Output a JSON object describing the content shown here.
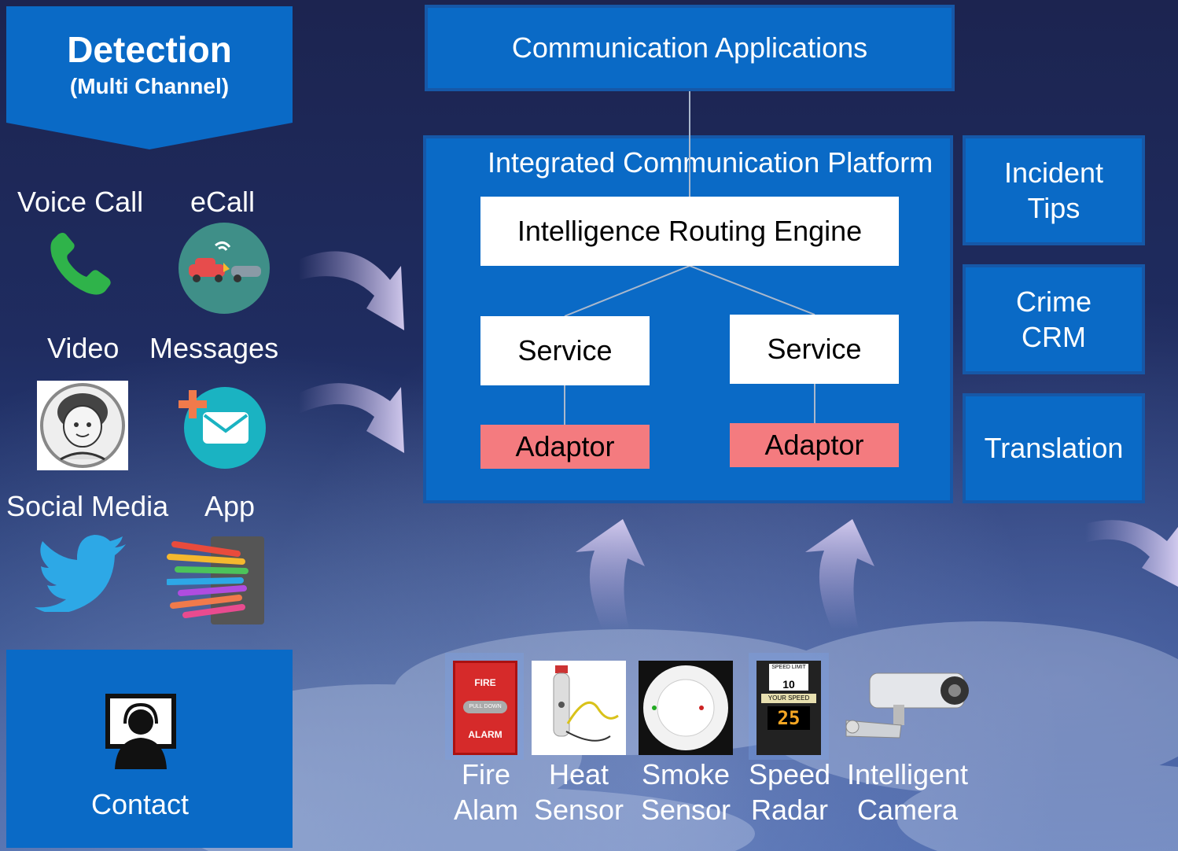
{
  "detection": {
    "title": "Detection",
    "subtitle": "(Multi Channel)"
  },
  "channels": {
    "voice_call": "Voice Call",
    "ecall": "eCall",
    "video": "Video",
    "messages": "Messages",
    "social_media": "Social Media",
    "app": "App"
  },
  "contact": {
    "label": "Contact"
  },
  "comm_apps": {
    "label": "Communication Applications"
  },
  "platform": {
    "title": "Integrated Communication Platform",
    "engine": "Intelligence Routing Engine",
    "service_left": "Service",
    "service_right": "Service",
    "adaptor_left": "Adaptor",
    "adaptor_right": "Adaptor"
  },
  "side_boxes": {
    "incident_line1": "Incident",
    "incident_line2": "Tips",
    "crime_line1": "Crime",
    "crime_line2": "CRM",
    "translation": "Translation"
  },
  "devices": {
    "fire_line1": "Fire",
    "fire_line2": "Alam",
    "heat_line1": "Heat",
    "heat_line2": "Sensor",
    "smoke_line1": "Smoke",
    "smoke_line2": "Sensor",
    "speed_line1": "Speed",
    "speed_line2": "Radar",
    "camera_line1": "Intelligent",
    "camera_line2": "Camera",
    "fire_sign_top": "FIRE",
    "fire_sign_mid": "PULL DOWN",
    "fire_sign_bottom": "ALARM",
    "speed_sign_top": "SPEED LIMIT",
    "speed_sign_value": "10",
    "speed_sign_bottom": "YOUR SPEED",
    "speed_sign_reading": "25"
  },
  "colors": {
    "box_blue": "#0a6ac6",
    "adaptor_pink": "#f47b7f"
  }
}
